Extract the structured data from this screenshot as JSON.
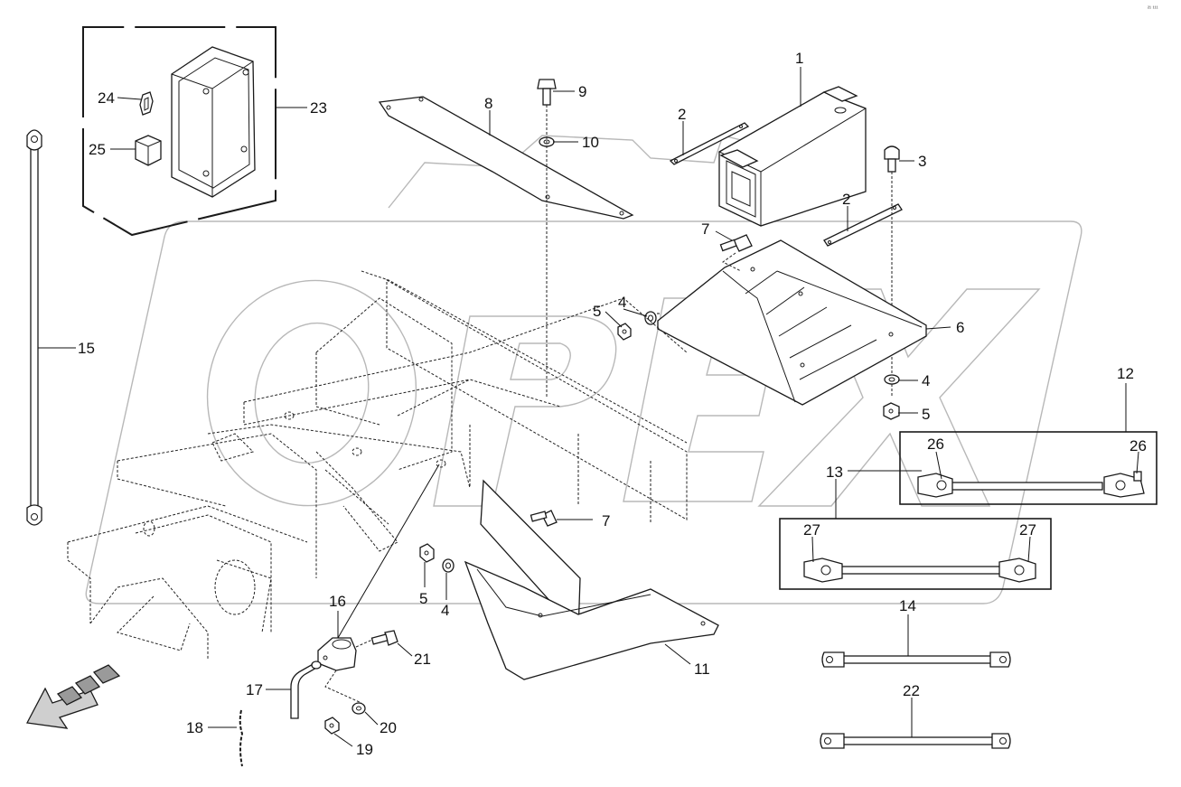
{
  "corner_text": "²¹ ¹¹¹",
  "colors": {
    "line": "#1a1a1a",
    "watermark": "#b8b8b8",
    "background": "#ffffff"
  },
  "watermark_text": "OPEX",
  "labels": {
    "c1": "1",
    "c2a": "2",
    "c2b": "2",
    "c3": "3",
    "c4a": "4",
    "c4b": "4",
    "c4c": "4",
    "c5a": "5",
    "c5b": "5",
    "c5c": "5",
    "c6": "6",
    "c7a": "7",
    "c7b": "7",
    "c8": "8",
    "c9": "9",
    "c10": "10",
    "c11": "11",
    "c12": "12",
    "c13": "13",
    "c14": "14",
    "c15": "15",
    "c16": "16",
    "c17": "17",
    "c18": "18",
    "c19": "19",
    "c20": "20",
    "c21": "21",
    "c22": "22",
    "c23": "23",
    "c24": "24",
    "c25": "25",
    "c26a": "26",
    "c26b": "26",
    "c27a": "27",
    "c27b": "27"
  }
}
